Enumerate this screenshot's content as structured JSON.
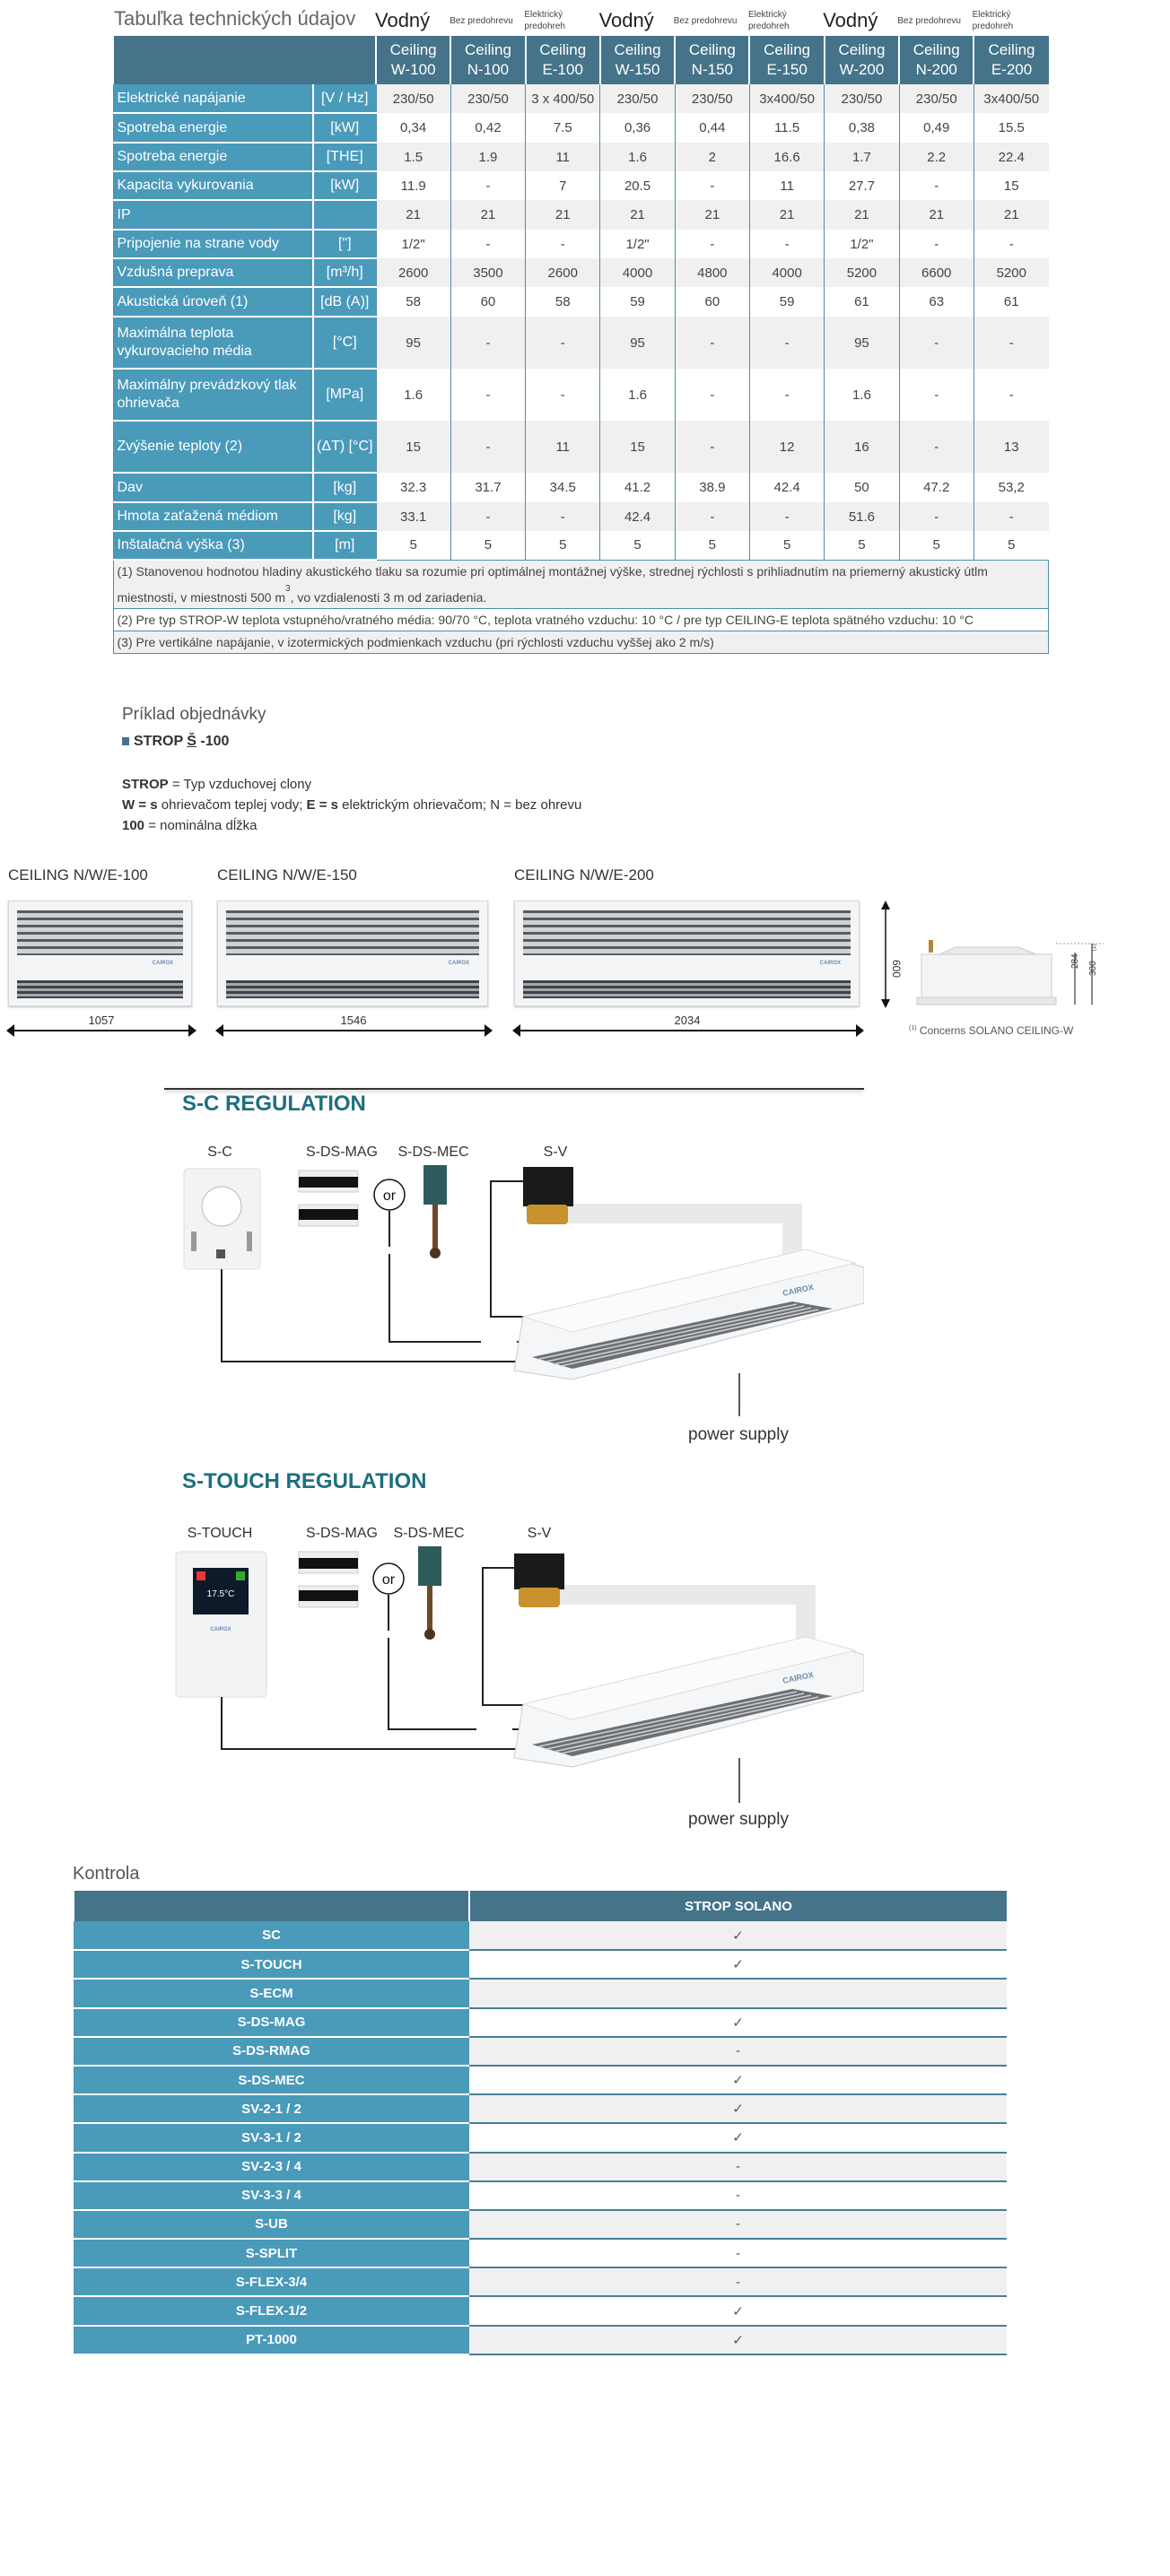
{
  "spec": {
    "title": "Tabuľka technických údajov",
    "groups": [
      {
        "water": "Vodný",
        "none": "Bez predohrevu",
        "elec1": "Elektrický",
        "elec2": "predohreh"
      },
      {
        "water": "Vodný",
        "none": "Bez predohrevu",
        "elec1": "Elektrický",
        "elec2": "predohreh"
      },
      {
        "water": "Vodný",
        "none": "Bez predohrevu",
        "elec1": "Elektrický",
        "elec2": "predohreh"
      }
    ],
    "columns": [
      {
        "l1": "Ceiling",
        "l2": "W-100"
      },
      {
        "l1": "Ceiling",
        "l2": "N-100"
      },
      {
        "l1": "Ceiling",
        "l2": "E-100"
      },
      {
        "l1": "Ceiling",
        "l2": "W-150"
      },
      {
        "l1": "Ceiling",
        "l2": "N-150"
      },
      {
        "l1": "Ceiling",
        "l2": "E-150"
      },
      {
        "l1": "Ceiling",
        "l2": "W-200"
      },
      {
        "l1": "Ceiling",
        "l2": "N-200"
      },
      {
        "l1": "Ceiling",
        "l2": "E-200"
      }
    ],
    "rows": [
      {
        "label": "Elektrické napájanie",
        "unit": "[V / Hz]",
        "values": [
          "230/50",
          "230/50",
          "3 x 400/50",
          "230/50",
          "230/50",
          "3x400/50",
          "230/50",
          "230/50",
          "3x400/50"
        ]
      },
      {
        "label": "Spotreba energie",
        "unit": "[kW]",
        "values": [
          "0,34",
          "0,42",
          "7.5",
          "0,36",
          "0,44",
          "11.5",
          "0,38",
          "0,49",
          "15.5"
        ]
      },
      {
        "label": "Spotreba energie",
        "unit": "[THE]",
        "values": [
          "1.5",
          "1.9",
          "11",
          "1.6",
          "2",
          "16.6",
          "1.7",
          "2.2",
          "22.4"
        ]
      },
      {
        "label": "Kapacita vykurovania",
        "unit": "[kW]",
        "values": [
          "11.9",
          "-",
          "7",
          "20.5",
          "-",
          "11",
          "27.7",
          "-",
          "15"
        ]
      },
      {
        "label": "IP",
        "unit": "",
        "values": [
          "21",
          "21",
          "21",
          "21",
          "21",
          "21",
          "21",
          "21",
          "21"
        ]
      },
      {
        "label": "Pripojenie na strane vody",
        "unit": "[\"]",
        "values": [
          "1/2\"",
          "-",
          "-",
          "1/2\"",
          "-",
          "-",
          "1/2\"",
          "-",
          "-"
        ]
      },
      {
        "label": "Vzdušná preprava",
        "unit": "[m³/h]",
        "values": [
          "2600",
          "3500",
          "2600",
          "4000",
          "4800",
          "4000",
          "5200",
          "6600",
          "5200"
        ]
      },
      {
        "label": "Akustická úroveň (1)",
        "unit": "[dB (A)]",
        "values": [
          "58",
          "60",
          "58",
          "59",
          "60",
          "59",
          "61",
          "63",
          "61"
        ]
      },
      {
        "label": "Maximálna teplota vykurovacieho média",
        "unit": "[°C]",
        "values": [
          "95",
          "-",
          "-",
          "95",
          "-",
          "-",
          "95",
          "-",
          "-"
        ]
      },
      {
        "label": "Maximálny prevádzkový tlak ohrievača",
        "unit": "[MPa]",
        "values": [
          "1.6",
          "-",
          "-",
          "1.6",
          "-",
          "-",
          "1.6",
          "-",
          "-"
        ]
      },
      {
        "label": "Zvýšenie teploty (2)",
        "unit": "(ΔT) [°C]",
        "values": [
          "15",
          "-",
          "11",
          "15",
          "-",
          "12",
          "16",
          "-",
          "13"
        ]
      },
      {
        "label": "Dav",
        "unit": "[kg]",
        "values": [
          "32.3",
          "31.7",
          "34.5",
          "41.2",
          "38.9",
          "42.4",
          "50",
          "47.2",
          "53,2"
        ]
      },
      {
        "label": "Hmota zaťažená médiom",
        "unit": "[kg]",
        "values": [
          "33.1",
          "-",
          "-",
          "42.4",
          "-",
          "-",
          "51.6",
          "-",
          "-"
        ]
      },
      {
        "label": "Inštalačná výška (3)",
        "unit": "[m]",
        "values": [
          "5",
          "5",
          "5",
          "5",
          "5",
          "5",
          "5",
          "5",
          "5"
        ]
      }
    ],
    "notes": {
      "n1_a": "(1) Stanovenou hodnotou hladiny akustického tlaku sa rozumie pri optimálnej montážnej výške, strednej rýchlosti s prihliadnutím na priemerný akustický útlm miestnosti, v miestnosti 500 m",
      "n1_sup": "3",
      "n1_b": ", vo vzdialenosti 3 m od zariadenia.",
      "n2": "(2) Pre typ STROP-W teplota vstupného/vratného média: 90/70 °C, teplota vratného vzduchu: 10 °C / pre typ CEILING-E teplota spätného vzduchu: 10 °C",
      "n3": "(3) Pre vertikálne napájanie, v izotermických podmienkach vzduchu (pri rýchlosti vzduchu vyššej ako 2 m/s)"
    }
  },
  "order": {
    "title": "Príklad objednávky",
    "code_prefix": "STROP ",
    "code_letter": "Š",
    "code_suffix": " -100",
    "l1_bold": "STROP",
    "l1_text": " = Typ vzduchovej clony",
    "l2_bold1": "W = s",
    "l2_text1": " ohrievačom teplej vody; ",
    "l2_bold2": "E = s",
    "l2_text2": " elektrickým ohrievačom; N = bez ohrevu",
    "l3_bold": "100",
    "l3_text": " = nominálna dĺžka"
  },
  "dimensions": {
    "models": [
      {
        "label": "CEILING N/W/E-100",
        "width": "1057"
      },
      {
        "label": "CEILING N/W/E-150",
        "width": "1546"
      },
      {
        "label": "CEILING N/W/E-200",
        "width": "2034"
      }
    ],
    "height": "600",
    "side_h1": "284",
    "side_h2": "300",
    "side_sup": "(1)",
    "note_sup": "(1)",
    "note": "Concerns SOLANO CEILING-W",
    "logo": "CAIROX"
  },
  "regulation_sc": {
    "title": "S-C REGULATION",
    "labels": [
      "S-C",
      "S-DS-MAG",
      "S-DS-MEC",
      "S-V"
    ],
    "or": "or",
    "power": "power supply",
    "logo": "CAIROX"
  },
  "regulation_touch": {
    "title": "S-TOUCH REGULATION",
    "labels": [
      "S-TOUCH",
      "S-DS-MAG",
      "S-DS-MEC",
      "S-V"
    ],
    "or": "or",
    "power": "power supply",
    "screen_temp": "17.5°C",
    "logo": "CAIROX"
  },
  "kontrola": {
    "title": "Kontrola",
    "column": "STROP SOLANO",
    "rows": [
      {
        "name": "SC",
        "value": "✓"
      },
      {
        "name": "S-TOUCH",
        "value": "✓"
      },
      {
        "name": "S-ECM",
        "value": ""
      },
      {
        "name": "S-DS-MAG",
        "value": "✓"
      },
      {
        "name": "S-DS-RMAG",
        "value": "-"
      },
      {
        "name": "S-DS-MEC",
        "value": "✓"
      },
      {
        "name": "SV-2-1 / 2",
        "value": "✓"
      },
      {
        "name": "SV-3-1 / 2",
        "value": "✓"
      },
      {
        "name": "SV-2-3 / 4",
        "value": "-"
      },
      {
        "name": "SV-3-3 / 4",
        "value": "-"
      },
      {
        "name": "S-UB",
        "value": "-"
      },
      {
        "name": "S-SPLIT",
        "value": "-"
      },
      {
        "name": "S-FLEX-3/4",
        "value": "-"
      },
      {
        "name": "S-FLEX-1/2",
        "value": "✓"
      },
      {
        "name": "PT-1000",
        "value": "✓"
      }
    ]
  }
}
